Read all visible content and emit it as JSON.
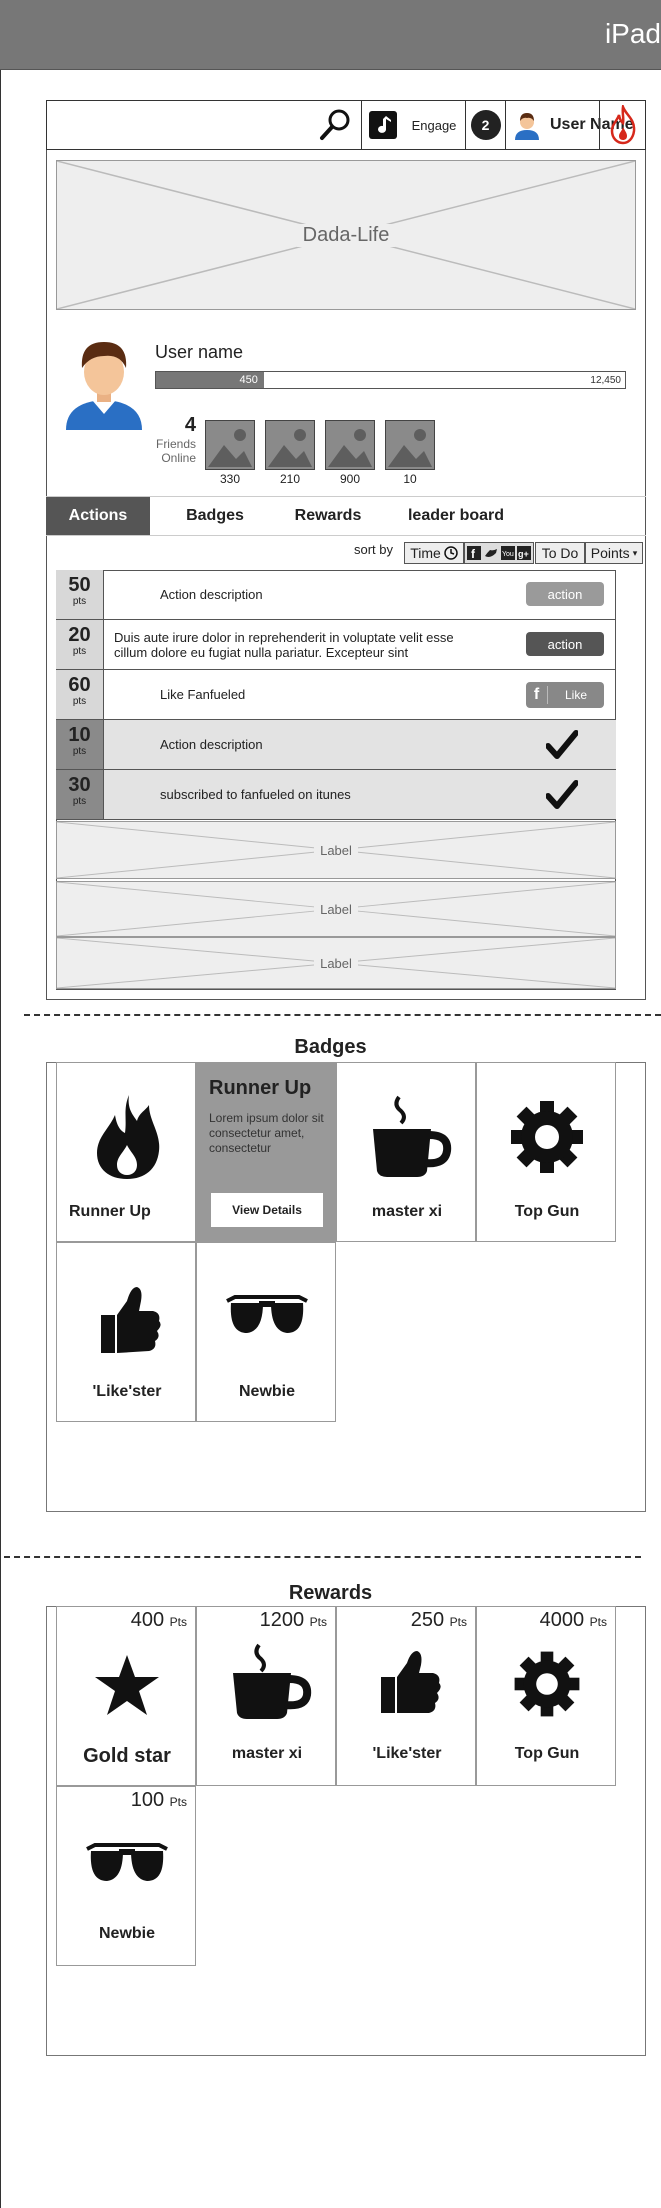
{
  "topbar": {
    "title": "iPad"
  },
  "toolbar": {
    "engage_label": "Engage",
    "engage_count": "2",
    "user_name": "User Name"
  },
  "banner": {
    "label": "Dada-Life"
  },
  "profile": {
    "name": "User name",
    "points": "450",
    "points_max": "12,450",
    "progress": 0.23
  },
  "friends": {
    "count": "4",
    "label_line1": "Friends",
    "label_line2": "Online",
    "values": [
      "330",
      "210",
      "900",
      "10"
    ]
  },
  "tabs": [
    "Actions",
    "Badges",
    "Rewards",
    "leader board"
  ],
  "sort": {
    "label": "sort by",
    "time": "Time",
    "todo": "To Do",
    "points": "Points"
  },
  "actions": [
    {
      "pts": "50",
      "unit": "pts",
      "desc": "Action description",
      "button": "action"
    },
    {
      "pts": "20",
      "unit": "pts",
      "desc": "Duis aute irure dolor in reprehenderit in voluptate velit esse cillum dolore eu fugiat nulla pariatur. Excepteur sint",
      "button": "action"
    },
    {
      "pts": "60",
      "unit": "pts",
      "desc": "Like Fanfueled",
      "button": "Like"
    },
    {
      "pts": "10",
      "unit": "pts",
      "desc": "Action description"
    },
    {
      "pts": "30",
      "unit": "pts",
      "desc": "subscribed to fanfueled on itunes"
    }
  ],
  "placeholders": [
    "Label",
    "Label",
    "Label"
  ],
  "badges": {
    "title": "Badges",
    "runner_card": {
      "title": "Runner Up",
      "desc": "Lorem ipsum dolor sit consectetur amet, consectetur",
      "button": "View Details"
    },
    "items": [
      "Runner Up",
      "master xi",
      "Top Gun",
      "'Like'ster",
      "Newbie"
    ]
  },
  "rewards": {
    "title": "Rewards",
    "unit": "Pts",
    "items": [
      {
        "pts": "400",
        "name": "Gold star"
      },
      {
        "pts": "1200",
        "name": "master xi"
      },
      {
        "pts": "250",
        "name": "'Like'ster"
      },
      {
        "pts": "4000",
        "name": "Top Gun"
      },
      {
        "pts": "100",
        "name": "Newbie"
      }
    ]
  }
}
